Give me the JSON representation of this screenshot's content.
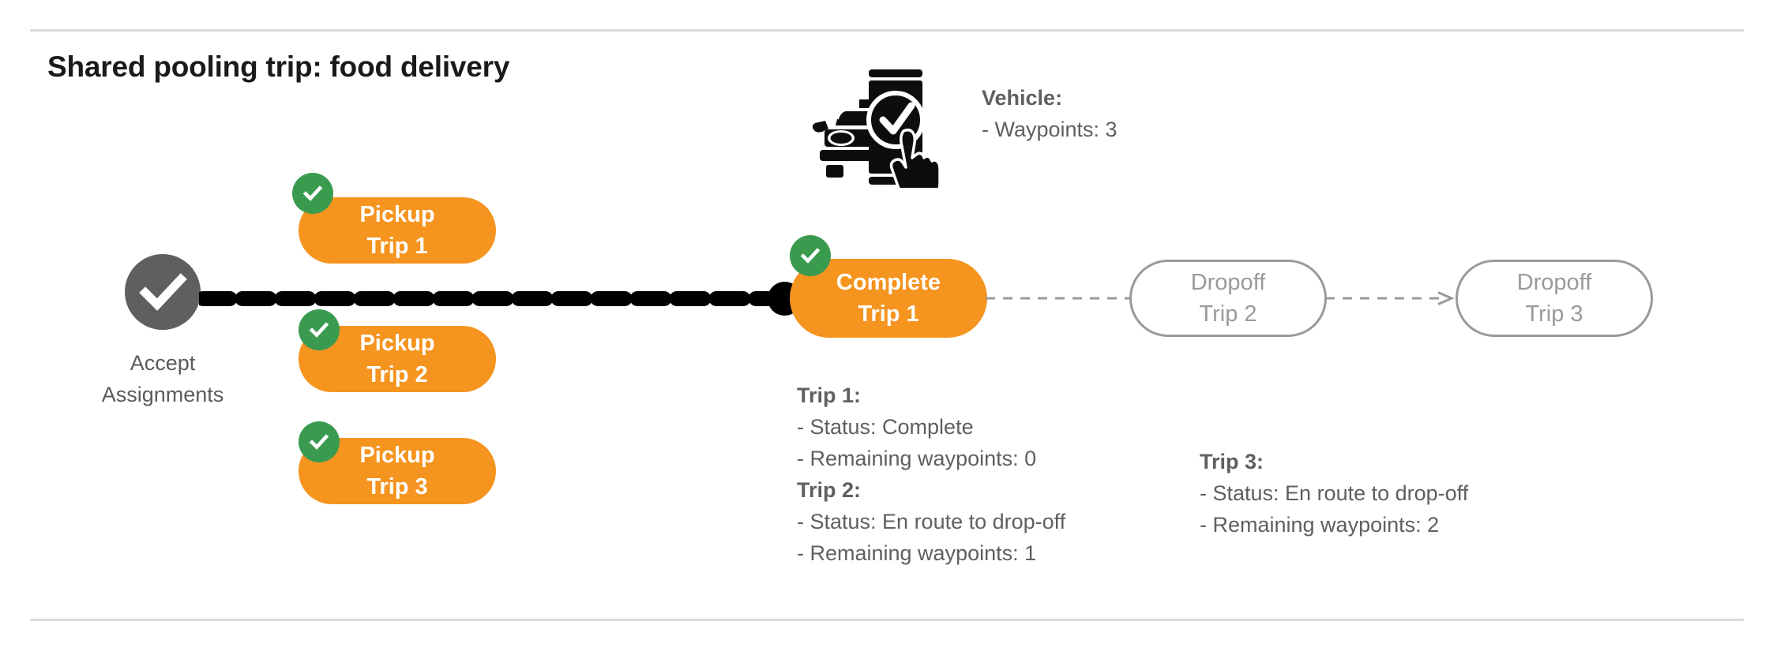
{
  "slide": {
    "title": "Shared pooling trip: food delivery"
  },
  "accept_node": {
    "icon": "check-circle-icon",
    "label_line1": "Accept",
    "label_line2": "Assignments"
  },
  "pickups": [
    {
      "id": "pickup-1",
      "line1": "Pickup",
      "line2": "Trip 1",
      "badge": "check-badge-icon",
      "state": "complete"
    },
    {
      "id": "pickup-2",
      "line1": "Pickup",
      "line2": "Trip 2",
      "badge": "check-badge-icon",
      "state": "complete"
    },
    {
      "id": "pickup-3",
      "line1": "Pickup",
      "line2": "Trip 3",
      "badge": "check-badge-icon",
      "state": "complete"
    }
  ],
  "complete_node": {
    "line1": "Complete",
    "line2": "Trip 1",
    "badge": "check-badge-icon"
  },
  "dropoffs": [
    {
      "id": "dropoff-2",
      "line1": "Dropoff",
      "line2": "Trip 2",
      "state": "pending"
    },
    {
      "id": "dropoff-3",
      "line1": "Dropoff",
      "line2": "Trip 3",
      "state": "pending"
    }
  ],
  "vehicle_info": {
    "icon": "car-phone-check-icon",
    "heading": "Vehicle",
    "heading_colon": ":",
    "rows": [
      "- Waypoints: 3"
    ]
  },
  "trip_info_left": {
    "trip1_heading": "Trip 1",
    "trip1_colon": ":",
    "trip1_status": "- Status:  Complete",
    "trip1_waypoints": "- Remaining waypoints: 0",
    "trip2_heading": "Trip 2",
    "trip2_colon": ":",
    "trip2_status": "- Status:  En route to drop-off",
    "trip2_waypoints": "- Remaining waypoints: 1"
  },
  "trip_info_right": {
    "trip3_heading": "Trip 3",
    "trip3_colon": ":",
    "trip3_status": "- Status:  En route to drop-off",
    "trip3_waypoints": "- Remaining waypoints: 2"
  },
  "colors": {
    "orange": "#f5941f",
    "green": "#3a9b4f",
    "gray_node": "#5f5f5f",
    "gray_outline": "#9a9a9a",
    "rule": "#d9d9d9",
    "black": "#000000"
  }
}
